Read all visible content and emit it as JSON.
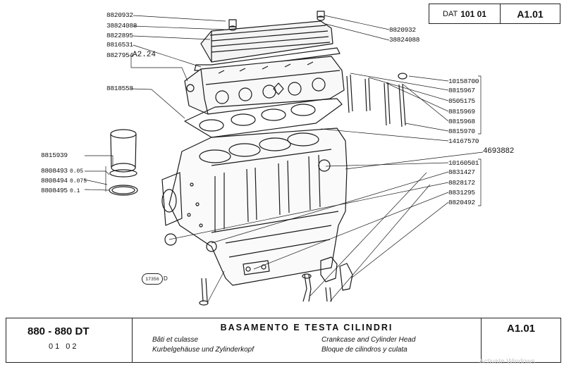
{
  "header": {
    "dat_label": "DAT",
    "dat_code": "101 01",
    "page_ref": "A1.01"
  },
  "annotation": "A2.24",
  "parts_left": [
    "8820932",
    "38824088",
    "8822895",
    "8816531",
    "8827954",
    "8818558",
    "8815939",
    "8808493",
    "8808494",
    "8808495"
  ],
  "liner_sizes": [
    "0.05",
    "0.075",
    "0.1"
  ],
  "parts_right": [
    "8820932",
    "38824088",
    "10158700",
    "8815967",
    "8505175",
    "8815969",
    "8815968",
    "8815970",
    "14167570",
    "4693882",
    "10160501",
    "8831427",
    "8828172",
    "8831295",
    "8820492"
  ],
  "stamp": {
    "number": "17356",
    "letter": "D"
  },
  "title_block": {
    "model": "880 - 880 DT",
    "code": "01   02",
    "title": "BASAMENTO E TESTA CILINDRI",
    "sub_fr": "Bâti et culasse",
    "sub_de": "Kurbelgehäuse und Zylinderkopf",
    "sub_en": "Crankcase and Cylinder Head",
    "sub_es": "Bloque de cilindros y culata",
    "page_ref": "A1.01"
  },
  "watermark": "Activate Windows"
}
